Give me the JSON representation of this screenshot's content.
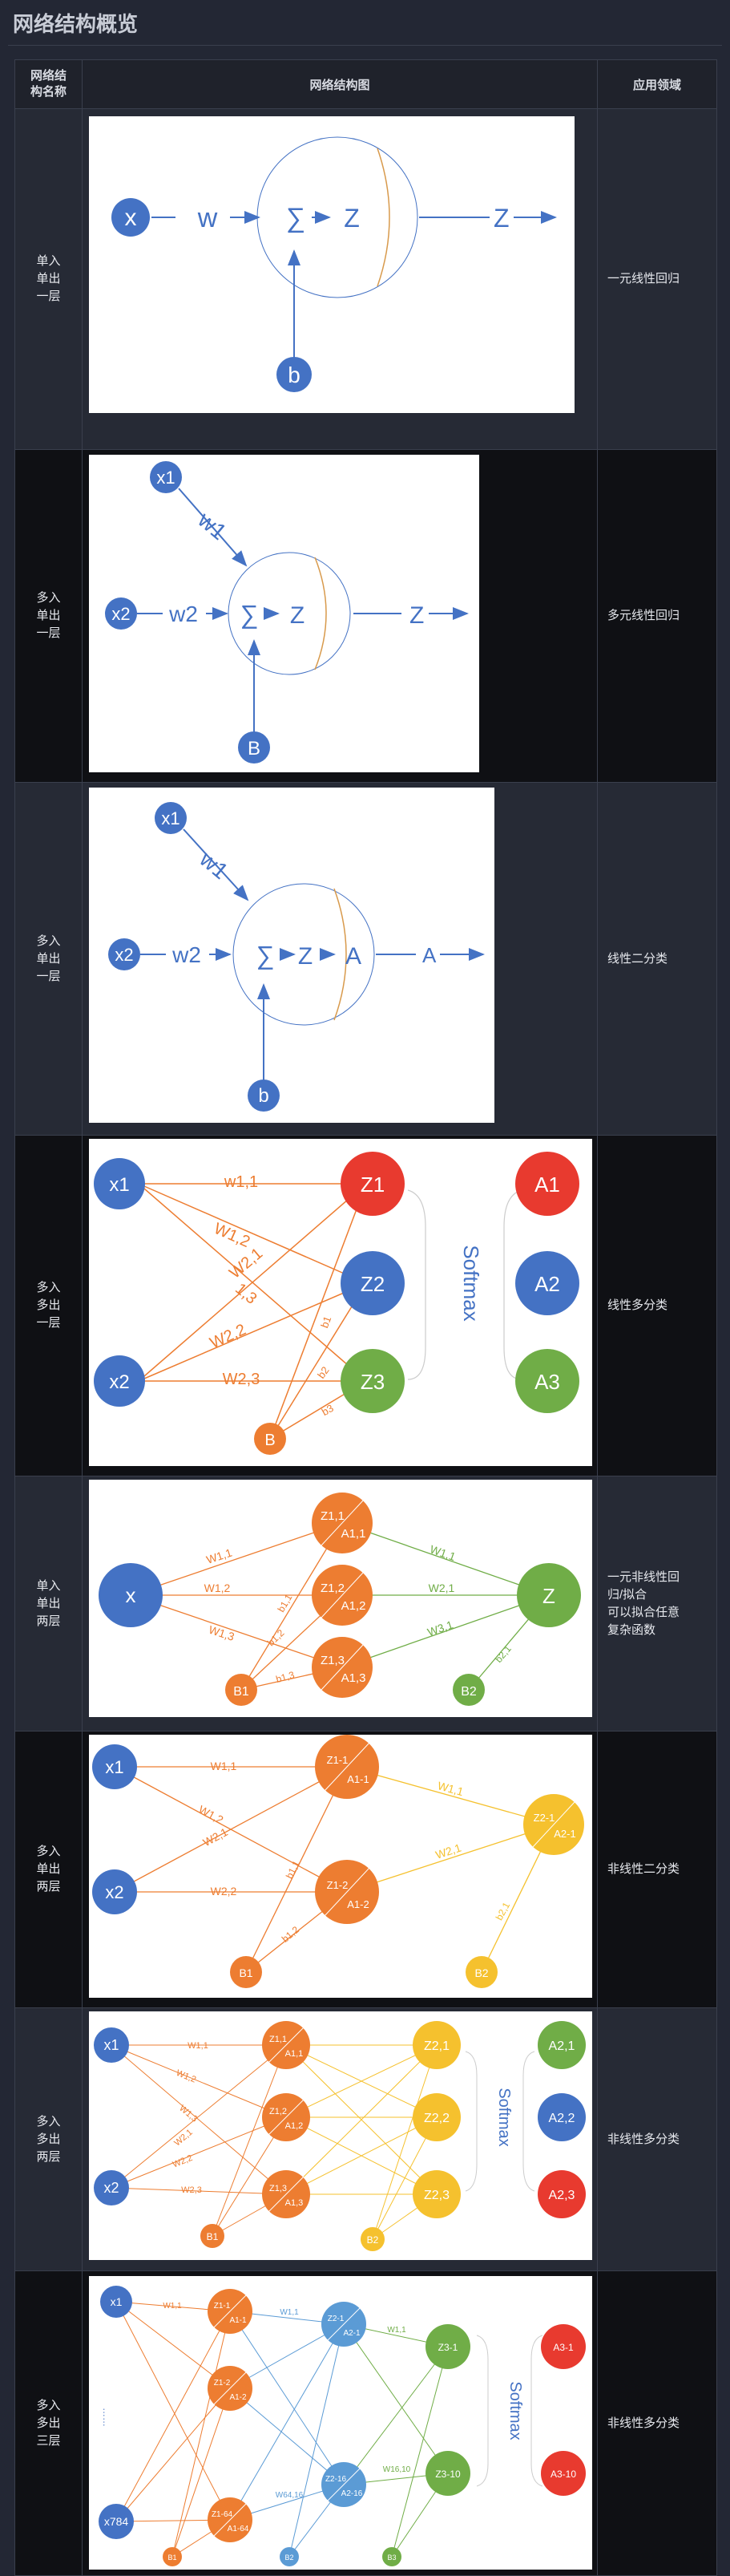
{
  "page": {
    "title": "网络结构概览"
  },
  "table": {
    "headers": {
      "name": "网络结\n构名称",
      "diagram": "网络结构图",
      "area": "应用领域"
    },
    "rows": [
      {
        "name": "单入\n单出\n一层",
        "area": "一元线性回归"
      },
      {
        "name": "多入\n单出\n一层",
        "area": "多元线性回归"
      },
      {
        "name": "多入\n单出\n一层",
        "area": "线性二分类"
      },
      {
        "name": "多入\n多出\n一层",
        "area": "线性多分类"
      },
      {
        "name": "单入\n单出\n两层",
        "area": "一元非线性回\n归/拟合\n可以拟合任意\n复杂函数"
      },
      {
        "name": "多入\n单出\n两层",
        "area": "非线性二分类"
      },
      {
        "name": "多入\n多出\n两层",
        "area": "非线性多分类"
      },
      {
        "name": "多入\n多出\n三层",
        "area": "非线性多分类"
      }
    ]
  },
  "diagrams": {
    "d1": {
      "x": "x",
      "w": "w",
      "sum": "∑",
      "z": "Z",
      "zout": "Z",
      "b": "b"
    },
    "d2": {
      "x1": "x1",
      "x2": "x2",
      "w1": "w1",
      "w2": "w2",
      "sum": "∑",
      "z": "Z",
      "zout": "Z",
      "b": "B"
    },
    "d3": {
      "x1": "x1",
      "x2": "x2",
      "w1": "w1",
      "w2": "w2",
      "sum": "∑",
      "z": "Z",
      "a": "A",
      "aout": "A",
      "b": "b"
    },
    "d4": {
      "x1": "x1",
      "x2": "x2",
      "b": "B",
      "z1": "Z1",
      "z2": "Z2",
      "z3": "Z3",
      "a1": "A1",
      "a2": "A2",
      "a3": "A3",
      "softmax": "Softmax",
      "w11": "w1,1",
      "w12": "W1,2",
      "w13": "1,3",
      "w21": "W2,1",
      "w22": "W2,2",
      "w23": "W2,3",
      "b1": "b1",
      "b2": "b2",
      "b3": "b3"
    },
    "d5": {
      "x": "x",
      "b1": "B1",
      "b2": "B2",
      "z": "Z",
      "n1a": "Z1,1",
      "n1b": "A1,1",
      "n2a": "Z1,2",
      "n2b": "A1,2",
      "n3a": "Z1,3",
      "n3b": "A1,3",
      "w11": "W1,1",
      "w12": "W1,2",
      "w13": "W1,3",
      "w21": "W1,1",
      "w22": "W2,1",
      "w23": "W3,1",
      "bb1": "b1,1",
      "bb2": "b1,2",
      "bb3": "b1,3",
      "bz": "b2,1"
    },
    "d6": {
      "x1": "x1",
      "x2": "x2",
      "b1": "B1",
      "b2": "B2",
      "h1a": "Z1-1",
      "h1b": "A1-1",
      "h2a": "Z1-2",
      "h2b": "A1-2",
      "oa": "Z2-1",
      "ob": "A2-1",
      "w11": "W1,1",
      "w12": "W1,2",
      "w21": "W2,1",
      "w22": "W2,2",
      "v1": "W1,1",
      "v2": "W2,1",
      "bh1": "b1,1",
      "bh2": "b1,2",
      "bo": "b2,1"
    },
    "d7": {
      "x1": "x1",
      "x2": "x2",
      "b1": "B1",
      "b2": "B2",
      "softmax": "Softmax",
      "h1a": "Z1,1",
      "h1b": "A1,1",
      "h2a": "Z1,2",
      "h2b": "A1,2",
      "h3a": "Z1,3",
      "h3b": "A1,3",
      "z1": "Z2,1",
      "z2": "Z2,2",
      "z3": "Z2,3",
      "a1": "A2,1",
      "a2": "A2,2",
      "a3": "A2,3",
      "w11": "W1,1",
      "w12": "W1,2",
      "w13": "W1,3",
      "w21": "W2,1",
      "w22": "W2,2",
      "w23": "W2,3"
    },
    "d8": {
      "x1": "x1",
      "x784": "x784",
      "dots": "……",
      "softmax": "Softmax",
      "h1a": "Z1-1",
      "h1b": "A1-1",
      "h2a": "Z1-2",
      "h2b": "A1-2",
      "h3a": "Z1-64",
      "h3b": "A1-64",
      "g1a": "Z2-1",
      "g1b": "A2-1",
      "g2a": "Z2-16",
      "g2b": "A2-16",
      "o1": "Z3-1",
      "o2": "Z3-10",
      "a1": "A3-1",
      "a2": "A3-10",
      "b1": "B1",
      "b2": "B2",
      "b3": "B3",
      "w1": "W1,1",
      "w2": "W1,1",
      "w3": "W1,1",
      "w4": "W64,16",
      "w5": "W16,10"
    }
  },
  "colors": {
    "blue": "#4472c4",
    "orange": "#ed7d31",
    "green": "#70ad47",
    "red": "#e83a2f",
    "yellow": "#f5c12e",
    "grey": "#a0a0a0"
  }
}
